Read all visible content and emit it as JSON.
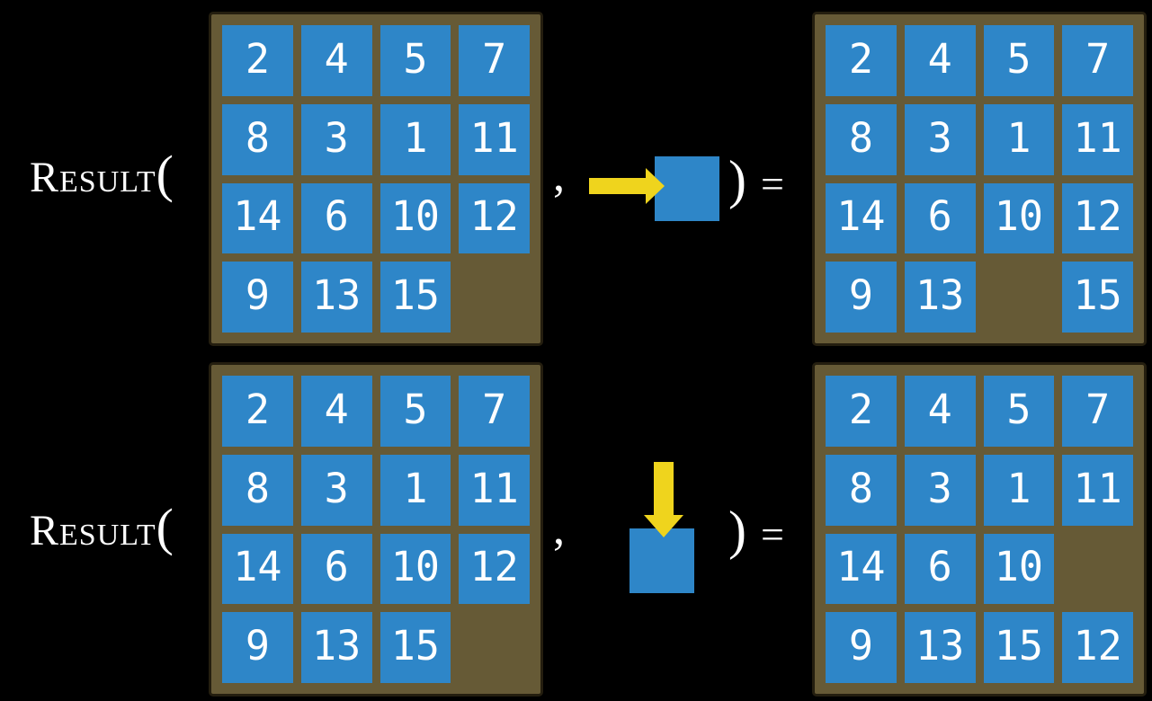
{
  "background": "#000000",
  "colors": {
    "background": "#000000",
    "text_white": "#ffffff",
    "tile_blue": "#2e86c8",
    "board_brown": "#665a36",
    "board_border": "#241e0f",
    "arrow_yellow": "#efd41d"
  },
  "equations": [
    {
      "function_name": "Result",
      "open_paren": "(",
      "comma": ",",
      "close_paren": ")",
      "equals": "=",
      "action": {
        "direction": "right",
        "icon": "arrow-right-into-tile"
      },
      "state_before": [
        [
          2,
          4,
          5,
          7
        ],
        [
          8,
          3,
          1,
          11
        ],
        [
          14,
          6,
          10,
          12
        ],
        [
          9,
          13,
          15,
          null
        ]
      ],
      "state_after": [
        [
          2,
          4,
          5,
          7
        ],
        [
          8,
          3,
          1,
          11
        ],
        [
          14,
          6,
          10,
          12
        ],
        [
          9,
          13,
          null,
          15
        ]
      ]
    },
    {
      "function_name": "Result",
      "open_paren": "(",
      "comma": ",",
      "close_paren": ")",
      "equals": "=",
      "action": {
        "direction": "down",
        "icon": "arrow-down-into-tile"
      },
      "state_before": [
        [
          2,
          4,
          5,
          7
        ],
        [
          8,
          3,
          1,
          11
        ],
        [
          14,
          6,
          10,
          12
        ],
        [
          9,
          13,
          15,
          null
        ]
      ],
      "state_after": [
        [
          2,
          4,
          5,
          7
        ],
        [
          8,
          3,
          1,
          11
        ],
        [
          14,
          6,
          10,
          null
        ],
        [
          9,
          13,
          15,
          12
        ]
      ]
    }
  ]
}
